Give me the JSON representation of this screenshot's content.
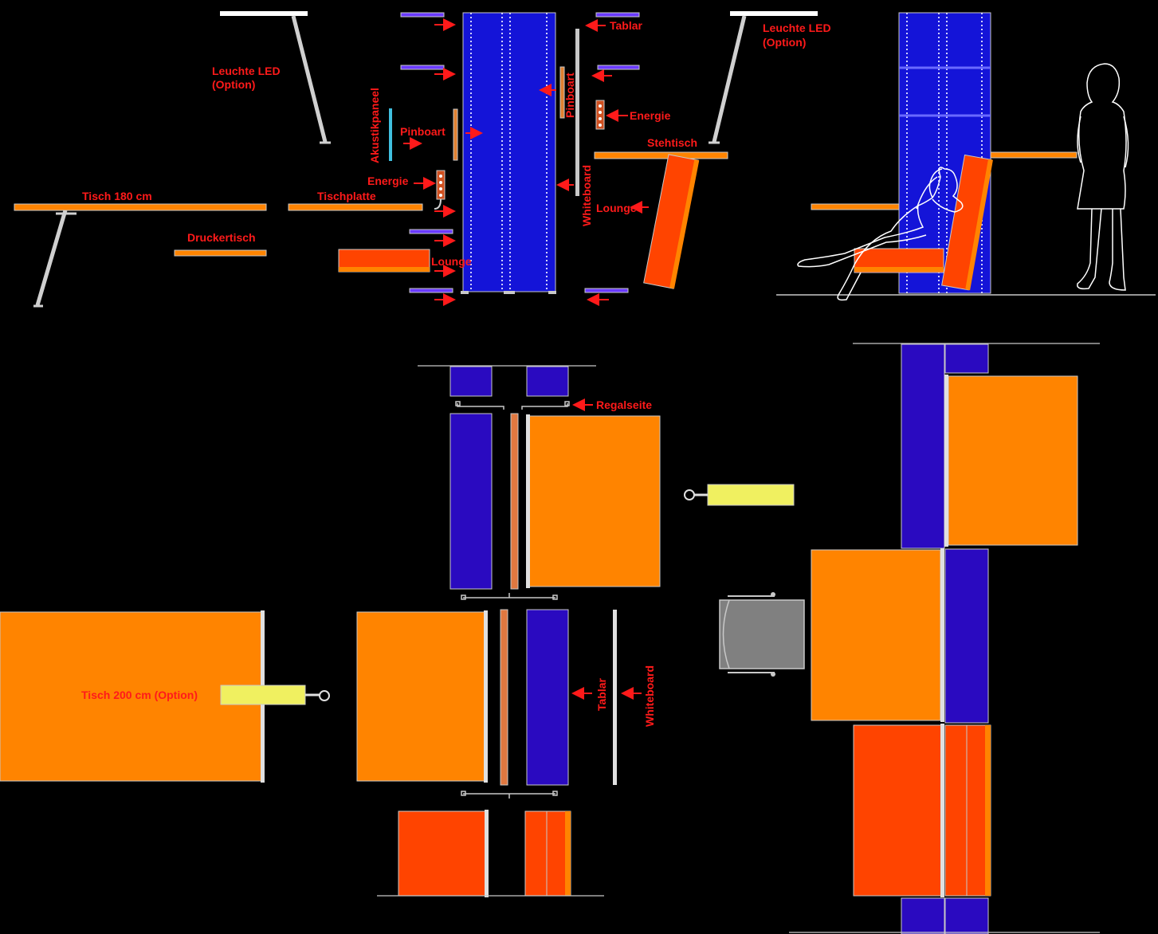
{
  "colors": {
    "background": "#000000",
    "label": "#ff1a1a",
    "shelf_blue": "#2a0ac0",
    "panel_blue": "#1414d8",
    "wood_orange": "#ff8400",
    "lounge_red": "#ff4400",
    "line_gray": "#c8c8c8",
    "pinboard_yellow": "#f0f060",
    "chair_gray": "#808080"
  },
  "labels": {
    "leuchte_left_line1": "Leuchte LED",
    "leuchte_left_line2": "(Option)",
    "leuchte_right_line1": "Leuchte LED",
    "leuchte_right_line2": "(Option)",
    "tablar_top": "Tablar",
    "energie_right": "Energie",
    "energie_left": "Energie",
    "pinboart_left": "Pinboart",
    "pinboart_vertical": "Pinboart",
    "akustikpaneel": "Akustikpaneel",
    "stehtisch": "Stehtisch",
    "tisch_180": "Tisch 180 cm",
    "tischplatte": "Tischplatte",
    "druckertisch": "Druckertisch",
    "whiteboard_top": "Whiteboard",
    "lounge_right": "Lounge",
    "lounge_left": "Lounge",
    "regalseite": "Regalseite",
    "tisch_200": "Tisch 200 cm (Option)",
    "tablar_bottom": "Tablar",
    "whiteboard_bottom": "Whiteboard"
  }
}
